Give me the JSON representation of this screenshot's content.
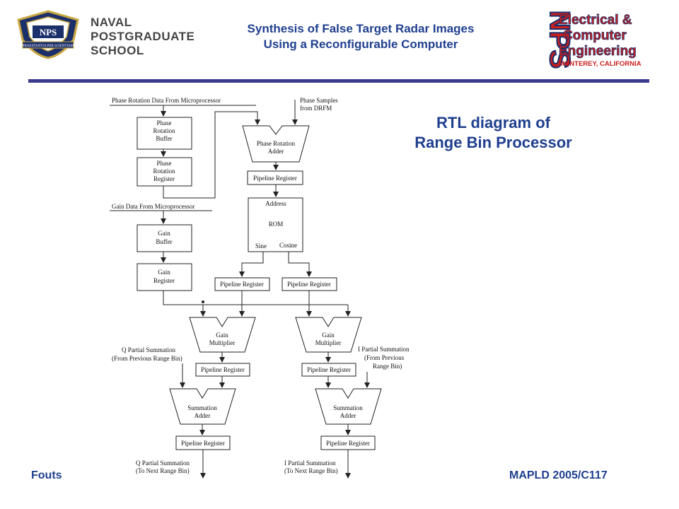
{
  "header": {
    "school_lines": [
      "NAVAL",
      "POSTGRADUATE",
      "SCHOOL"
    ],
    "seal_text": "NPS",
    "seal_motto": "PRAESTANTIA PER SCIENTIAM",
    "title_line1": "Synthesis of False Target Radar Images",
    "title_line2": "Using a Reconfigurable Computer",
    "ece_letters": "NPS",
    "ece_lines": [
      "Electrical &",
      "Computer",
      "Engineering"
    ],
    "ece_location": "MONTEREY, CALIFORNIA"
  },
  "slide": {
    "title_line1": "RTL diagram of",
    "title_line2": "Range Bin Processor"
  },
  "diagram": {
    "phase_rotation_input": "Phase Rotation Data From Microprocessor",
    "phase_samples_input": [
      "Phase Samples",
      "from DRFM"
    ],
    "phase_rotation_buffer": [
      "Phase",
      "Rotation",
      "Buffer"
    ],
    "phase_rotation_register": [
      "Phase",
      "Rotation",
      "Register"
    ],
    "phase_rotation_adder": [
      "Phase Rotation",
      "Adder"
    ],
    "pipeline_register": "Pipeline   Register",
    "rom_address": "Address",
    "rom_label": "ROM",
    "rom_sine": "Sine",
    "rom_cosine": "Cosine",
    "gain_input": "Gain Data From Microprocessor",
    "gain_buffer": [
      "Gain",
      "Buffer"
    ],
    "gain_register": [
      "Gain",
      "Register"
    ],
    "gain_multiplier": [
      "Gain",
      "Multiplier"
    ],
    "q_partial_in": [
      "Q  Partial  Summation",
      "(From Previous Range Bin)"
    ],
    "i_partial_in": [
      "I  Partial  Summation",
      "(From   Previous",
      "Range  Bin)"
    ],
    "summation_adder": [
      "Summation",
      "Adder"
    ],
    "q_partial_out": [
      "Q  Partial  Summation",
      "(To Next Range Bin)"
    ],
    "i_partial_out": [
      "I  Partial  Summation",
      "(To Next Range Bin)"
    ]
  },
  "footer": {
    "left": "Fouts",
    "right": "MAPLD 2005/C117"
  }
}
